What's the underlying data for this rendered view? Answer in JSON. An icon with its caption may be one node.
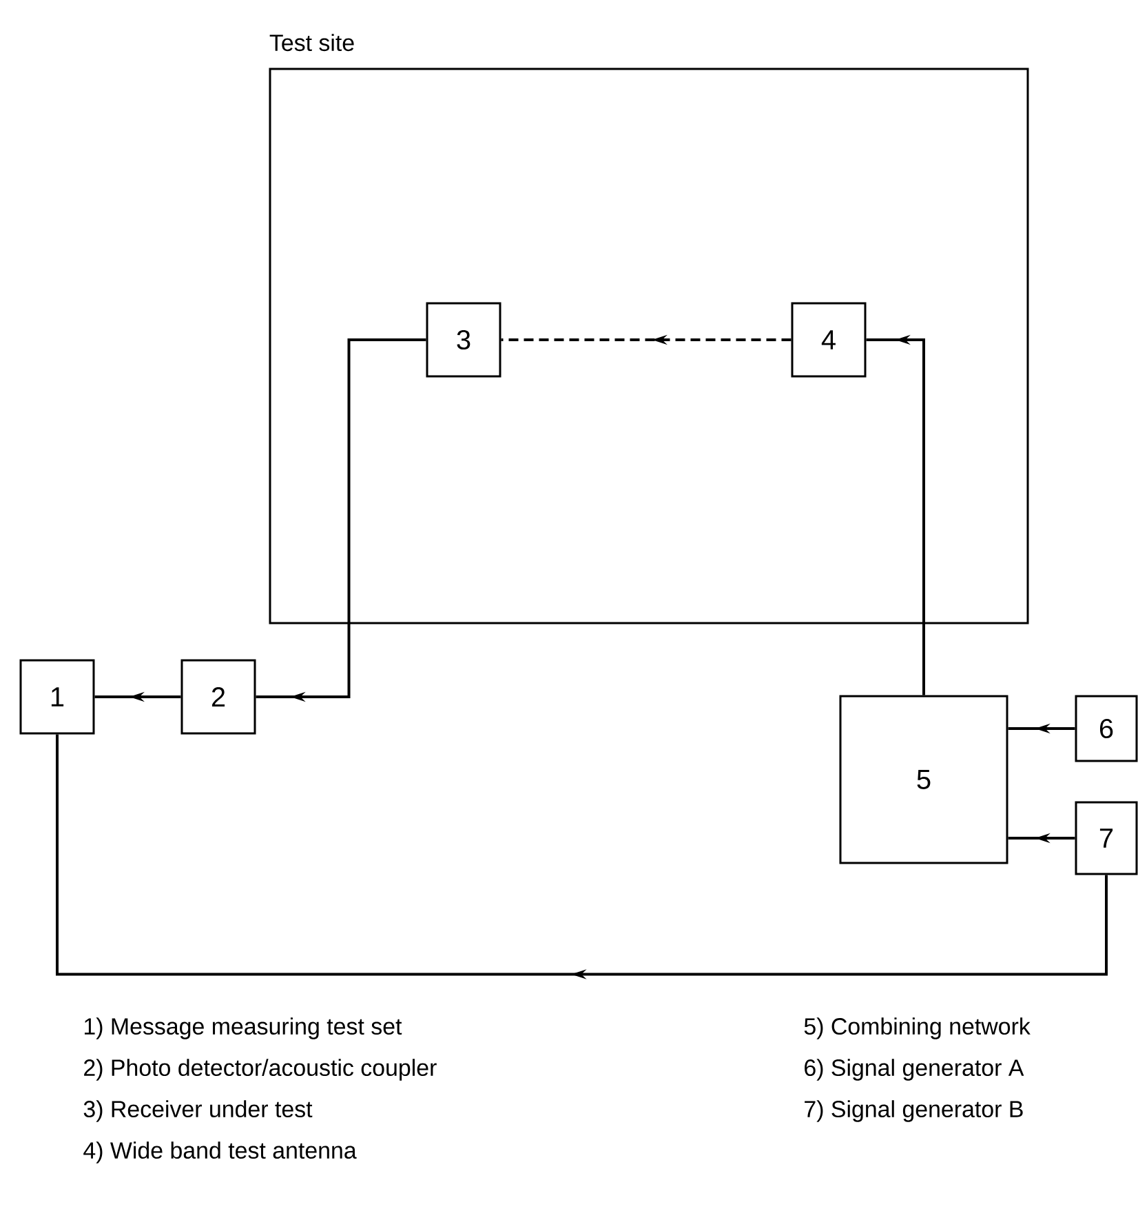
{
  "diagram": {
    "nodes": [
      {
        "text": [
          "Test site"
        ]
      },
      {
        "text": [
          "1"
        ]
      },
      {
        "text": [
          "2"
        ]
      },
      {
        "text": [
          "3"
        ],
        "in": 0
      },
      {
        "text": [
          "4"
        ],
        "in": 0
      },
      {
        "text": [
          "5"
        ]
      },
      {
        "text": [
          "6"
        ]
      },
      {
        "text": [
          "7"
        ]
      }
    ],
    "edges": [
      {
        "from": 3,
        "to": 2,
        "arrow": "to"
      },
      {
        "from": 2,
        "to": 1,
        "arrow": "to"
      },
      {
        "from": 4,
        "to": 3,
        "arrow": "to",
        "style": "dashed"
      },
      {
        "from": 5,
        "to": 4,
        "arrow": "to"
      },
      {
        "from": 6,
        "to": 5,
        "arrow": "to"
      },
      {
        "from": 7,
        "to": 5,
        "arrow": "to"
      },
      {
        "from": 7,
        "to": 1,
        "arrow": "to"
      }
    ],
    "labels": [
      "1) Message measuring test set",
      "2) Photo detector/acoustic coupler",
      "3) Receiver under test",
      "4) Wide band test antenna",
      "5) Combining network",
      "6) Signal generator A",
      "7) Signal generator B"
    ]
  }
}
